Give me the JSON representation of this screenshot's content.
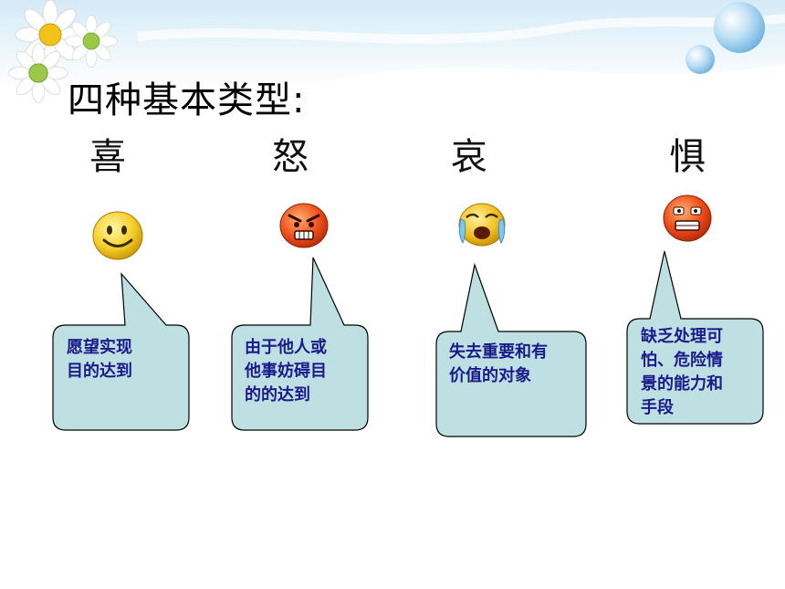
{
  "slide": {
    "title": "四种基本类型:"
  },
  "emotions": [
    {
      "label": "喜",
      "face_icon": "happy-face-icon",
      "description": "愿望实现\n目的达到"
    },
    {
      "label": "怒",
      "face_icon": "angry-face-icon",
      "description": "由于他人或\n他事妨碍目\n的的达到"
    },
    {
      "label": "哀",
      "face_icon": "crying-face-icon",
      "description": "失去重要和有\n价值的对象"
    },
    {
      "label": "惧",
      "face_icon": "scared-face-icon",
      "description": "缺乏处理可\n怕、危险情\n景的能力和\n手段"
    }
  ],
  "colors": {
    "callout_fill": "#bfe0e3",
    "callout_stroke": "#000000",
    "callout_text": "#1a1a8a",
    "banner_sky": "#cfe8f6"
  }
}
